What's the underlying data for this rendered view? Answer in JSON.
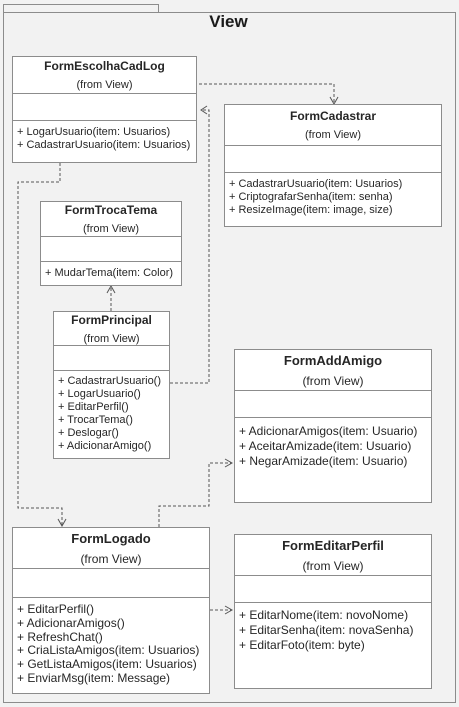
{
  "package": {
    "title": "View"
  },
  "classes": {
    "formEscolhaCadLog": {
      "name": "FormEscolhaCadLog",
      "stereotype": "(from View)",
      "operations": [
        "+ LogarUsuario(item: Usuarios)",
        "+ CadastrarUsuario(item: Usuarios)"
      ]
    },
    "formCadastrar": {
      "name": "FormCadastrar",
      "stereotype": "(from View)",
      "operations": [
        "+ CadastrarUsuario(item: Usuarios)",
        "+ CriptografarSenha(item: senha)",
        "+ ResizeImage(item: image, size)"
      ]
    },
    "formTrocaTema": {
      "name": "FormTrocaTema",
      "stereotype": "(from View)",
      "operations": [
        "+ MudarTema(item: Color)"
      ]
    },
    "formPrincipal": {
      "name": "FormPrincipal",
      "stereotype": "(from View)",
      "operations": [
        "+ CadastrarUsuario()",
        "+ LogarUsuario()",
        "+ EditarPerfil()",
        "+ TrocarTema()",
        "+ Deslogar()",
        "+ AdicionarAmigo()"
      ]
    },
    "formAddAmigo": {
      "name": "FormAddAmigo",
      "stereotype": "(from View)",
      "operations": [
        "+ AdicionarAmigos(item: Usuario)",
        "+ AceitarAmizade(item: Usuario)",
        "+ NegarAmizade(item: Usuario)"
      ]
    },
    "formLogado": {
      "name": "FormLogado",
      "stereotype": "(from View)",
      "operations": [
        "+ EditarPerfil()",
        "+ AdicionarAmigos()",
        "+ RefreshChat()",
        "+ CriaListaAmigos(item: Usuarios)",
        "+ GetListaAmigos(item: Usuarios)",
        "+  EnviarMsg(item: Message)"
      ]
    },
    "formEditarPerfil": {
      "name": "FormEditarPerfil",
      "stereotype": "(from View)",
      "operations": [
        "+ EditarNome(item: novoNome)",
        "+ EditarSenha(item: novaSenha)",
        "+ EditarFoto(item: byte)"
      ]
    }
  },
  "colors": {
    "line": "#555555",
    "border": "#8c8c8c",
    "box": "#ffffff",
    "background": "#f2f2f2"
  }
}
